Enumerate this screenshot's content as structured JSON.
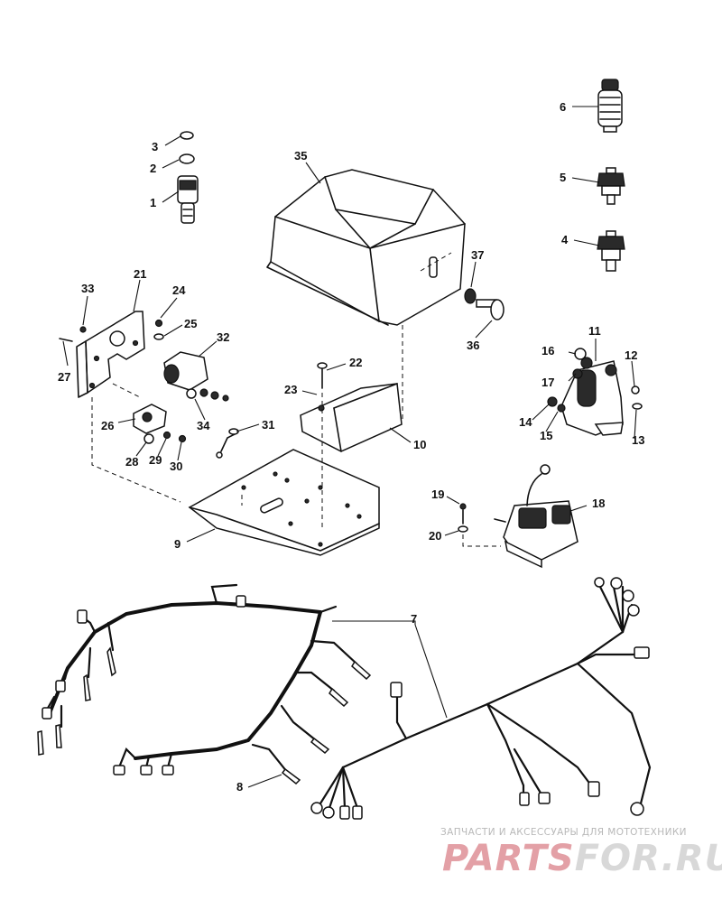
{
  "callouts": {
    "c1": "1",
    "c2": "2",
    "c3": "3",
    "c4": "4",
    "c5": "5",
    "c6": "6",
    "c7": "7",
    "c8": "8",
    "c9": "9",
    "c10": "10",
    "c11": "11",
    "c12": "12",
    "c13": "13",
    "c14": "14",
    "c15": "15",
    "c16": "16",
    "c17": "17",
    "c18": "18",
    "c19": "19",
    "c20": "20",
    "c21": "21",
    "c22": "22",
    "c23": "23",
    "c24": "24",
    "c25": "25",
    "c26": "26",
    "c27": "27",
    "c28": "28",
    "c29": "29",
    "c30": "30",
    "c31": "31",
    "c32": "32",
    "c33": "33",
    "c34": "34",
    "c35": "35",
    "c36": "36",
    "c37": "37"
  },
  "watermark": {
    "tagline": "ЗАПЧАСТИ И АКСЕССУАРЫ ДЛЯ МОТОТЕХНИКИ",
    "brand_left": "PARTS",
    "brand_right": "FOR.RU",
    "colors": {
      "left": "#e3a0a6",
      "right": "#d8d8d8"
    }
  }
}
